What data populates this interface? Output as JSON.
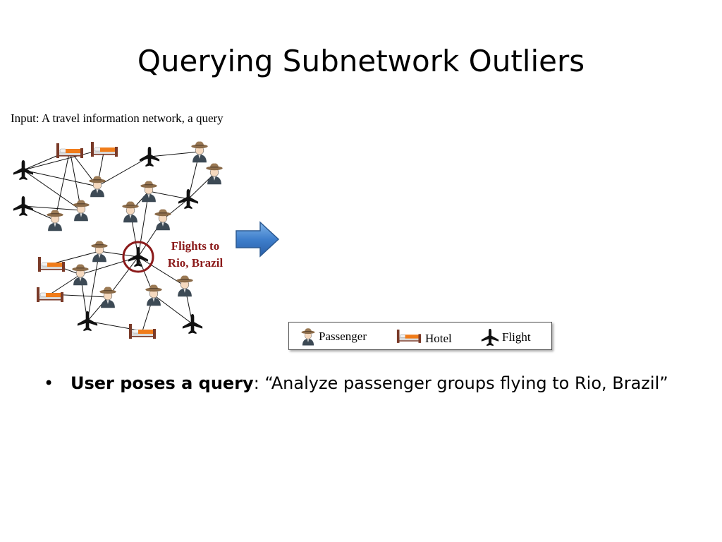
{
  "slide": {
    "title": "Querying Subnetwork Outliers",
    "input_caption": "Input: A travel information network, a query"
  },
  "network": {
    "query_label_line1": "Flights to",
    "query_label_line2": "Rio, Brazil",
    "colors": {
      "query_ring": "#8b1a1a",
      "hotel_blanket": "#f07c1a",
      "hotel_frame": "#7a3a28",
      "passenger_hat": "#9b7a55",
      "passenger_body": "#3d4a55",
      "plane": "#111111"
    }
  },
  "legend": {
    "passenger_label": "Passenger",
    "hotel_label": "Hotel",
    "flight_label": "Flight"
  },
  "bullet": {
    "marker": "•",
    "bold_text": "User poses a query",
    "rest_text": ": “Analyze passenger groups flying to Rio, Brazil”"
  }
}
